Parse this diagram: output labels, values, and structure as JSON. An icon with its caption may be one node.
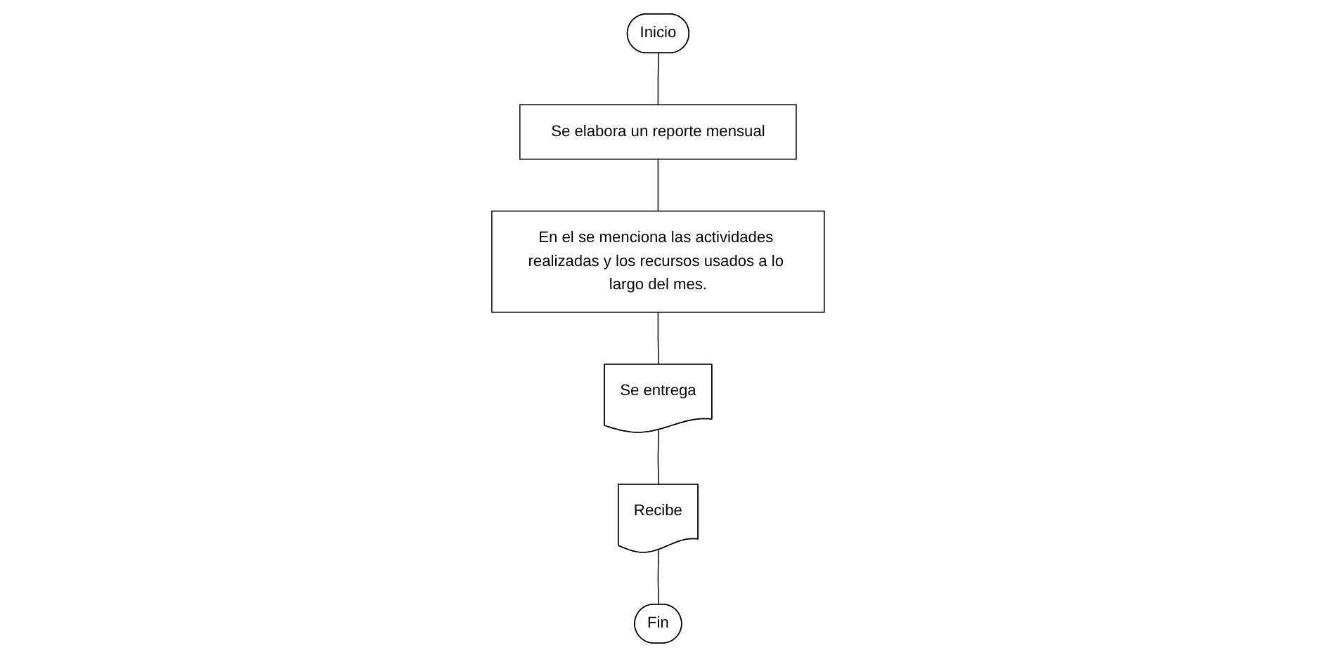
{
  "diagram": {
    "nodes": [
      {
        "text": [
          "Inicio"
        ]
      },
      {
        "text": [
          "Se elabora un reporte mensual"
        ]
      },
      {
        "text": [
          "En el se menciona las actividades realizadas y los recursos usados a lo largo del mes."
        ]
      },
      {
        "text": [
          "Se entrega"
        ]
      },
      {
        "text": [
          "Recibe"
        ]
      },
      {
        "text": [
          "Fin"
        ]
      }
    ],
    "edges": [
      {
        "from": 0,
        "to": 1,
        "arrow": "none"
      },
      {
        "from": 1,
        "to": 2,
        "arrow": "none"
      },
      {
        "from": 2,
        "to": 3,
        "arrow": "none"
      },
      {
        "from": 3,
        "to": 4,
        "arrow": "none"
      },
      {
        "from": 4,
        "to": 5,
        "arrow": "none"
      }
    ]
  }
}
